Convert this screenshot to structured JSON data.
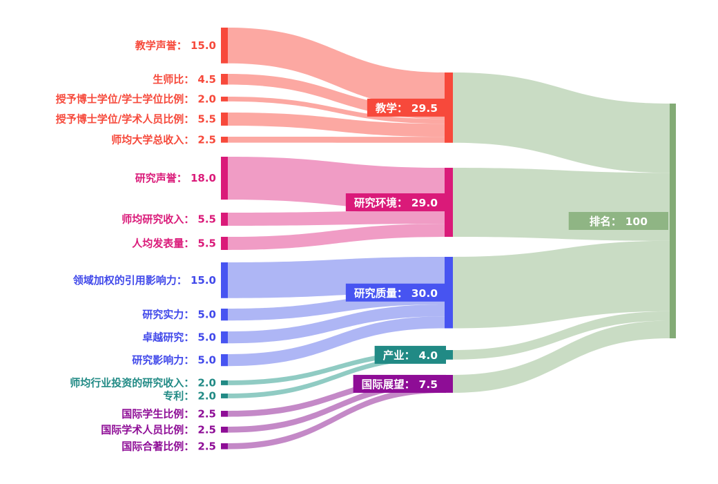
{
  "chart_data": {
    "type": "sankey",
    "title": "",
    "legend": "none",
    "grid": "off",
    "total": 100,
    "groups": {
      "teaching": {
        "node": "#f7493b",
        "flow": "#fca8a2",
        "text": "#f6493b",
        "labelBg": "#f7493b"
      },
      "research-env": {
        "node": "#da1a79",
        "flow": "#f09cc5",
        "text": "#da1a79",
        "labelBg": "#da1a79"
      },
      "research-quality": {
        "node": "#4754f1",
        "flow": "#aeb6f5",
        "text": "#4149ea",
        "labelBg": "#4754f1"
      },
      "industry": {
        "node": "#218a85",
        "flow": "#90cbc3",
        "text": "#218a85",
        "labelBg": "#218a85"
      },
      "international": {
        "node": "#8e0d96",
        "flow": "#c489c7",
        "text": "#8e0d96",
        "labelBg": "#8e0d96"
      },
      "rank": {
        "node": "#83ab76",
        "flow": "#c9dcc4",
        "text": "#83ab76",
        "labelBg": "#8fb584"
      }
    },
    "nodes": [
      {
        "id": "teaching-reputation",
        "label": "教学声誉",
        "value": 15,
        "display": "教学声誉： 15.0",
        "column": 0,
        "group": "teaching"
      },
      {
        "id": "student-staff-ratio",
        "label": "生师比",
        "value": 4.5,
        "display": "生师比： 4.5",
        "column": 0,
        "group": "teaching"
      },
      {
        "id": "doctorate-bachelor-ratio",
        "label": "授予博士学位/学士学位比例",
        "value": 2,
        "display": "授予博士学位/学士学位比例： 2.0",
        "column": 0,
        "group": "teaching"
      },
      {
        "id": "doctorate-staff-ratio",
        "label": "授予博士学位/学术人员比例",
        "value": 5.5,
        "display": "授予博士学位/学术人员比例： 5.5",
        "column": 0,
        "group": "teaching"
      },
      {
        "id": "institutional-income",
        "label": "师均大学总收入",
        "value": 2.5,
        "display": "师均大学总收入： 2.5",
        "column": 0,
        "group": "teaching"
      },
      {
        "id": "research-reputation",
        "label": "研究声誉",
        "value": 18,
        "display": "研究声誉： 18.0",
        "column": 0,
        "group": "research-env"
      },
      {
        "id": "research-income",
        "label": "师均研究收入",
        "value": 5.5,
        "display": "师均研究收入： 5.5",
        "column": 0,
        "group": "research-env"
      },
      {
        "id": "research-productivity",
        "label": "人均发表量",
        "value": 5.5,
        "display": "人均发表量： 5.5",
        "column": 0,
        "group": "research-env"
      },
      {
        "id": "citation-impact",
        "label": "领域加权的引用影响力",
        "value": 15,
        "display": "领域加权的引用影响力： 15.0",
        "column": 0,
        "group": "research-quality"
      },
      {
        "id": "research-strength",
        "label": "研究实力",
        "value": 5,
        "display": "研究实力： 5.0",
        "column": 0,
        "group": "research-quality"
      },
      {
        "id": "research-excellence",
        "label": "卓越研究",
        "value": 5,
        "display": "卓越研究： 5.0",
        "column": 0,
        "group": "research-quality"
      },
      {
        "id": "research-influence",
        "label": "研究影响力",
        "value": 5,
        "display": "研究影响力： 5.0",
        "column": 0,
        "group": "research-quality"
      },
      {
        "id": "industry-income",
        "label": "师均行业投资的研究收入",
        "value": 2,
        "display": "师均行业投资的研究收入： 2.0",
        "column": 0,
        "group": "industry"
      },
      {
        "id": "patents",
        "label": "专利",
        "value": 2,
        "display": "专利： 2.0",
        "column": 0,
        "group": "industry"
      },
      {
        "id": "international-students",
        "label": "国际学生比例",
        "value": 2.5,
        "display": "国际学生比例： 2.5",
        "column": 0,
        "group": "international"
      },
      {
        "id": "international-staff",
        "label": "国际学术人员比例",
        "value": 2.5,
        "display": "国际学术人员比例： 2.5",
        "column": 0,
        "group": "international"
      },
      {
        "id": "international-coauthorship",
        "label": "国际合著比例",
        "value": 2.5,
        "display": "国际合著比例： 2.5",
        "column": 0,
        "group": "international"
      },
      {
        "id": "teaching",
        "label": "教学",
        "value": 29.5,
        "display": "教学：  29.5",
        "column": 1,
        "group": "teaching"
      },
      {
        "id": "research-environment",
        "label": "研究环境",
        "value": 29,
        "display": "研究环境：  29.0",
        "column": 1,
        "group": "research-env"
      },
      {
        "id": "research-quality",
        "label": "研究质量",
        "value": 30,
        "display": "研究质量：  30.0",
        "column": 1,
        "group": "research-quality"
      },
      {
        "id": "industry",
        "label": "产业",
        "value": 4,
        "display": "产业：  4.0",
        "column": 1,
        "group": "industry"
      },
      {
        "id": "international-outlook",
        "label": "国际展望",
        "value": 7.5,
        "display": "国际展望：  7.5",
        "column": 1,
        "group": "international"
      },
      {
        "id": "rank",
        "label": "排名",
        "value": 100,
        "display": "排名：  100",
        "column": 2,
        "group": "rank"
      }
    ],
    "links": [
      {
        "source": "teaching-reputation",
        "target": "teaching",
        "value": 15
      },
      {
        "source": "student-staff-ratio",
        "target": "teaching",
        "value": 4.5
      },
      {
        "source": "doctorate-bachelor-ratio",
        "target": "teaching",
        "value": 2
      },
      {
        "source": "doctorate-staff-ratio",
        "target": "teaching",
        "value": 5.5
      },
      {
        "source": "institutional-income",
        "target": "teaching",
        "value": 2.5
      },
      {
        "source": "research-reputation",
        "target": "research-environment",
        "value": 18
      },
      {
        "source": "research-income",
        "target": "research-environment",
        "value": 5.5
      },
      {
        "source": "research-productivity",
        "target": "research-environment",
        "value": 5.5
      },
      {
        "source": "citation-impact",
        "target": "research-quality",
        "value": 15
      },
      {
        "source": "research-strength",
        "target": "research-quality",
        "value": 5
      },
      {
        "source": "research-excellence",
        "target": "research-quality",
        "value": 5
      },
      {
        "source": "research-influence",
        "target": "research-quality",
        "value": 5
      },
      {
        "source": "industry-income",
        "target": "industry",
        "value": 2
      },
      {
        "source": "patents",
        "target": "industry",
        "value": 2
      },
      {
        "source": "international-students",
        "target": "international-outlook",
        "value": 2.5
      },
      {
        "source": "international-staff",
        "target": "international-outlook",
        "value": 2.5
      },
      {
        "source": "international-coauthorship",
        "target": "international-outlook",
        "value": 2.5
      },
      {
        "source": "teaching",
        "target": "rank",
        "value": 29.5
      },
      {
        "source": "research-environment",
        "target": "rank",
        "value": 29
      },
      {
        "source": "research-quality",
        "target": "rank",
        "value": 30
      },
      {
        "source": "industry",
        "target": "rank",
        "value": 4
      },
      {
        "source": "international-outlook",
        "target": "rank",
        "value": 7.5
      }
    ]
  }
}
